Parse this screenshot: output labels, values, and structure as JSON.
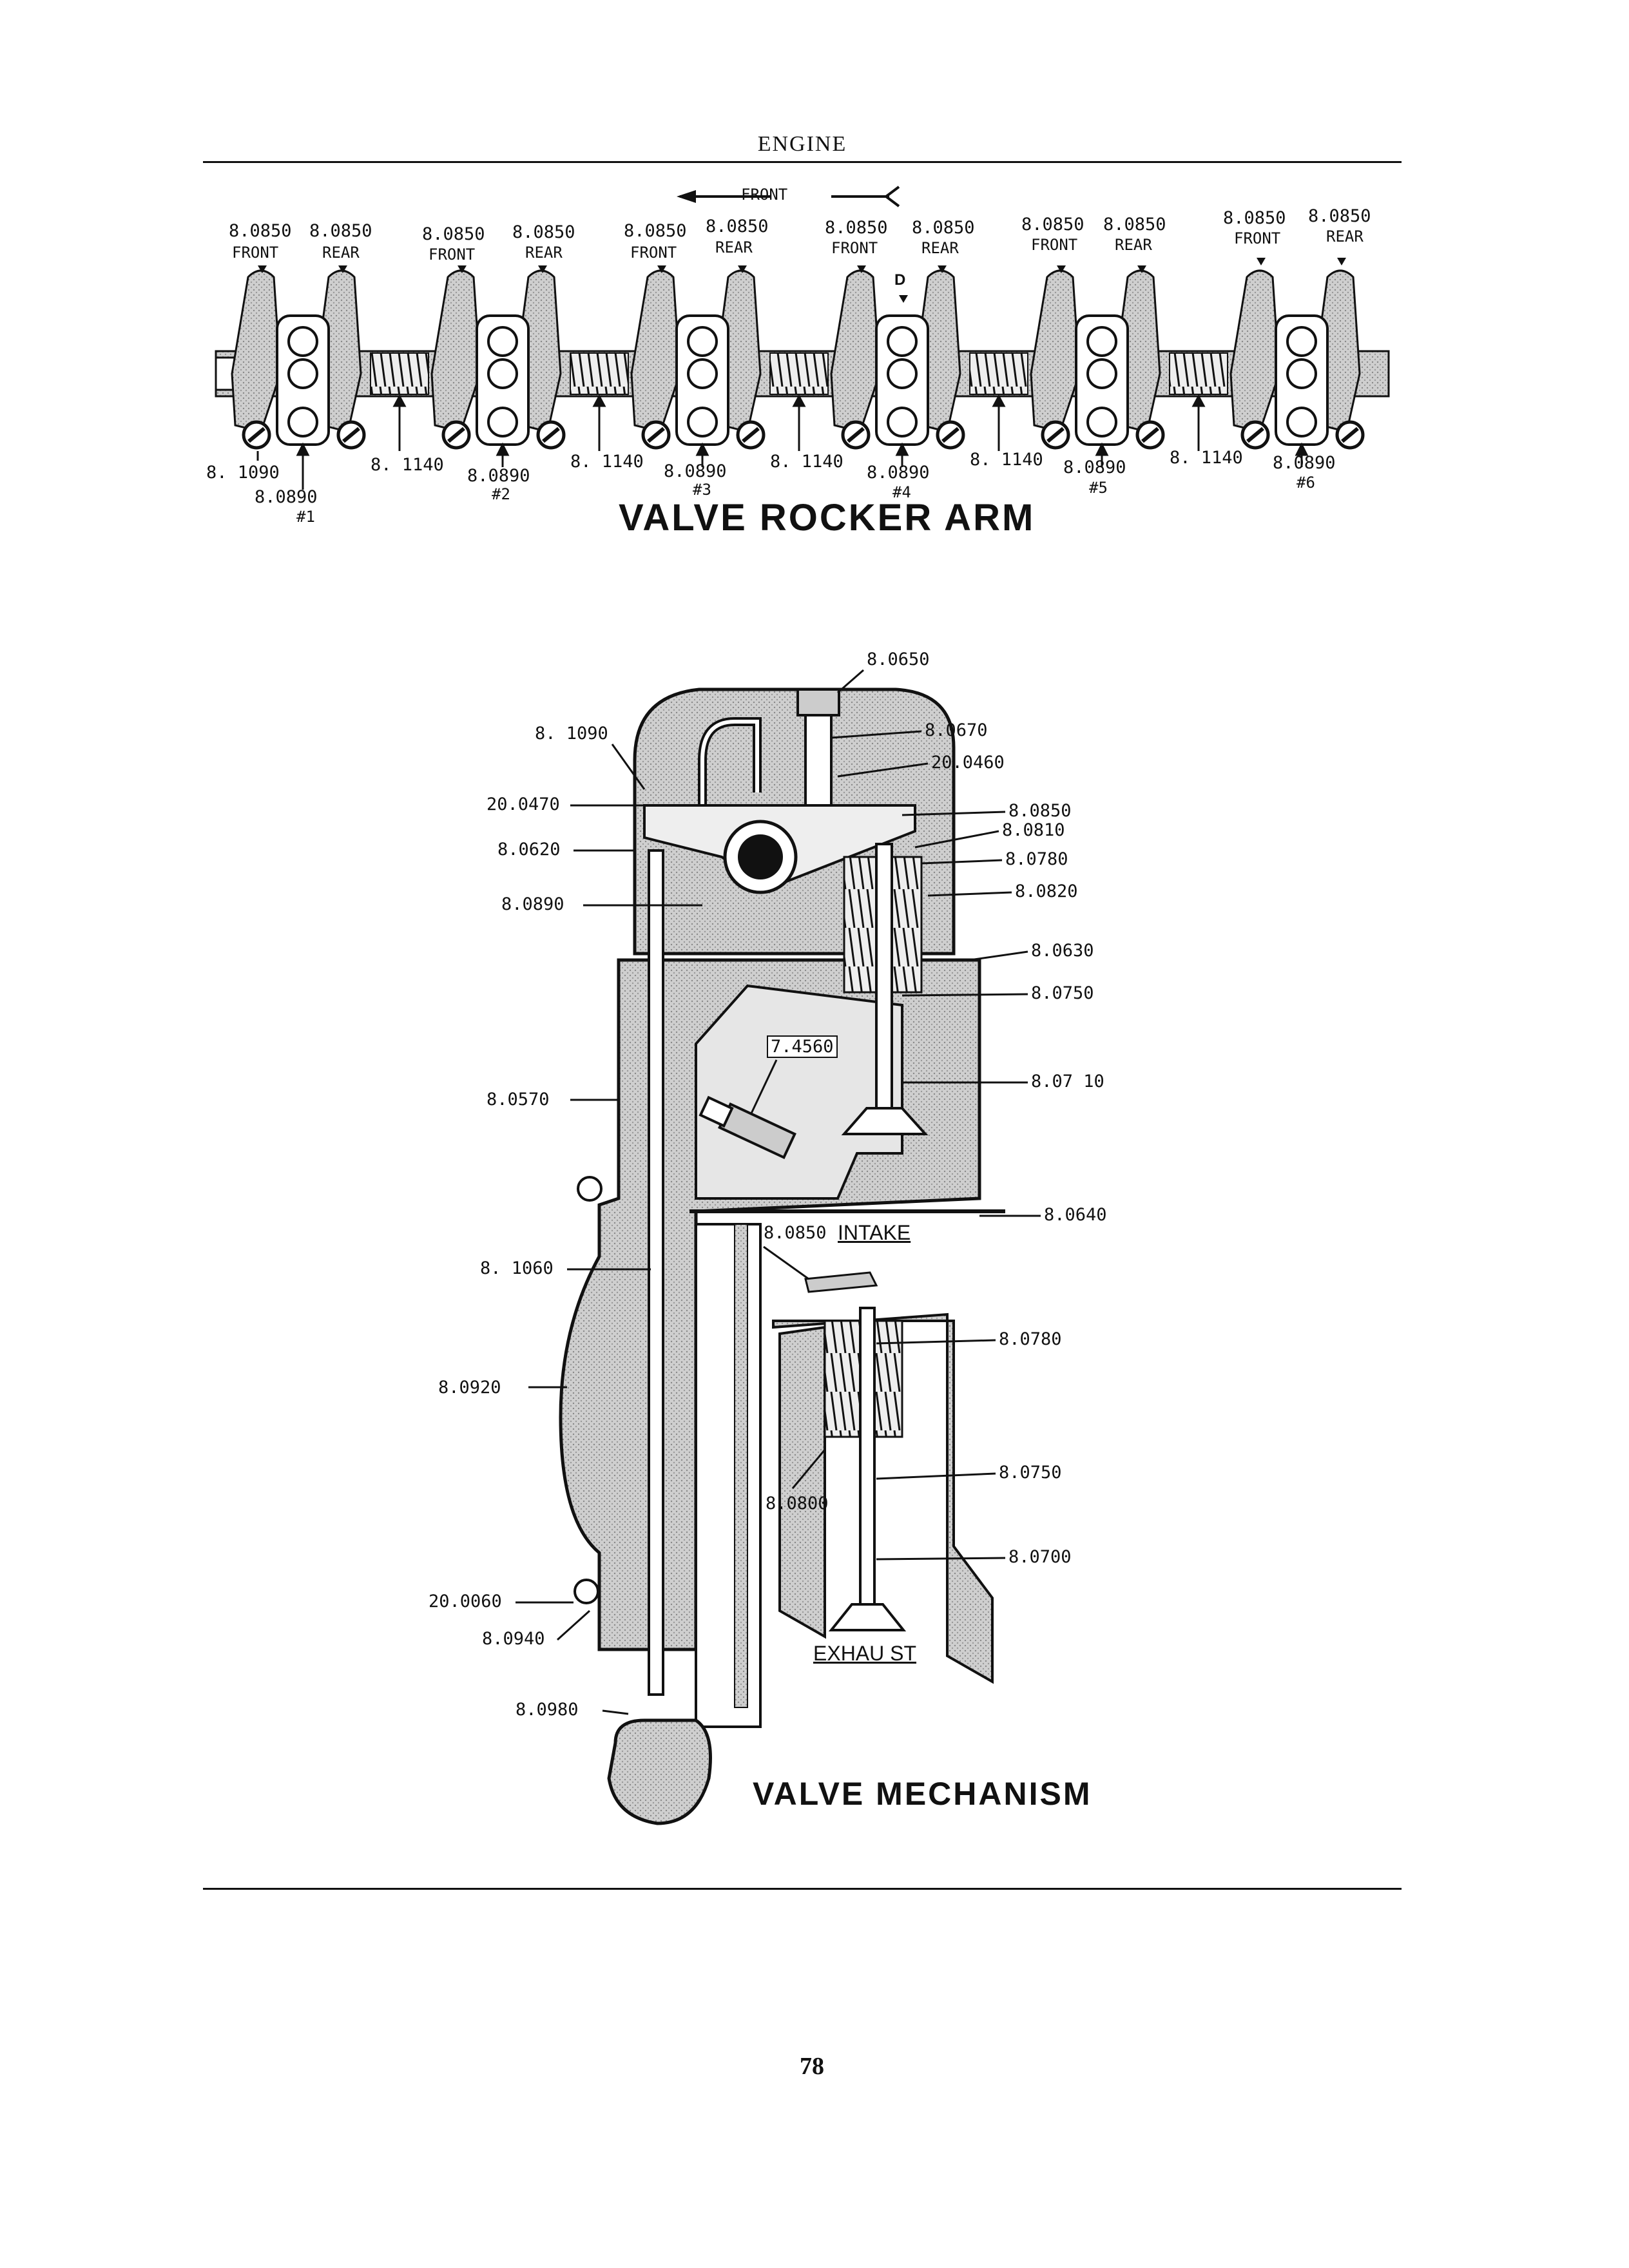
{
  "page": {
    "header": "ENGINE",
    "page_number": "78"
  },
  "rocker_arm": {
    "title": "VALVE ROCKER ARM",
    "front_arrow": "FRONT",
    "top_labels": [
      {
        "part": "8.0850",
        "side": "FRONT"
      },
      {
        "part": "8.0850",
        "side": "REAR"
      },
      {
        "part": "8.0850",
        "side": "FRONT"
      },
      {
        "part": "8.0850",
        "side": "REAR"
      },
      {
        "part": "8.0850",
        "side": "FRONT"
      },
      {
        "part": "8.0850",
        "side": "REAR"
      },
      {
        "part": "8.0850",
        "side": "FRONT"
      },
      {
        "part": "8.0850",
        "side": "REAR"
      },
      {
        "part": "8.0850",
        "side": "FRONT"
      },
      {
        "part": "8.0850",
        "side": "REAR"
      },
      {
        "part": "8.0850",
        "side": "FRONT"
      },
      {
        "part": "8.0850",
        "side": "REAR"
      }
    ],
    "marker_d": "D",
    "bottom_labels": {
      "screw": "8. 1090",
      "spring": "8. 1140",
      "supports": [
        {
          "part": "8.0890",
          "num": "#1"
        },
        {
          "part": "8.0890",
          "num": "#2"
        },
        {
          "part": "8.0890",
          "num": "#3"
        },
        {
          "part": "8.0890",
          "num": "#4"
        },
        {
          "part": "8.0890",
          "num": "#5"
        },
        {
          "part": "8.0890",
          "num": "#6"
        }
      ]
    }
  },
  "mechanism": {
    "title": "VALVE MECHANISM",
    "intake_label": "INTAKE",
    "exhaust_label": "EXHAU ST",
    "labels": {
      "l8_0650": "8.0650",
      "l8_0670": "8.0670",
      "l20_0460": "20.0460",
      "l8_1090": "8. 1090",
      "l20_0470": "20.0470",
      "l8_0620": "8.0620",
      "l8_0890": "8.0890",
      "l8_0850": "8.0850",
      "l8_0810": "8.0810",
      "l8_0780": "8.0780",
      "l8_0820": "8.0820",
      "l8_0630": "8.0630",
      "l8_0750": "8.0750",
      "l7_4560": "7.4560",
      "l8_0710": "8.07 10",
      "l8_0570": "8.0570",
      "l8_0640": "8.0640",
      "l8_0850b": "8.0850",
      "l8_1060": "8. 1060",
      "l8_0780b": "8.0780",
      "l8_0920": "8.0920",
      "l8_0750b": "8.0750",
      "l8_0800": "8.0800",
      "l8_0700": "8.0700",
      "l20_0060": "20.0060",
      "l8_0940": "8.0940",
      "l8_0980": "8.0980"
    }
  }
}
